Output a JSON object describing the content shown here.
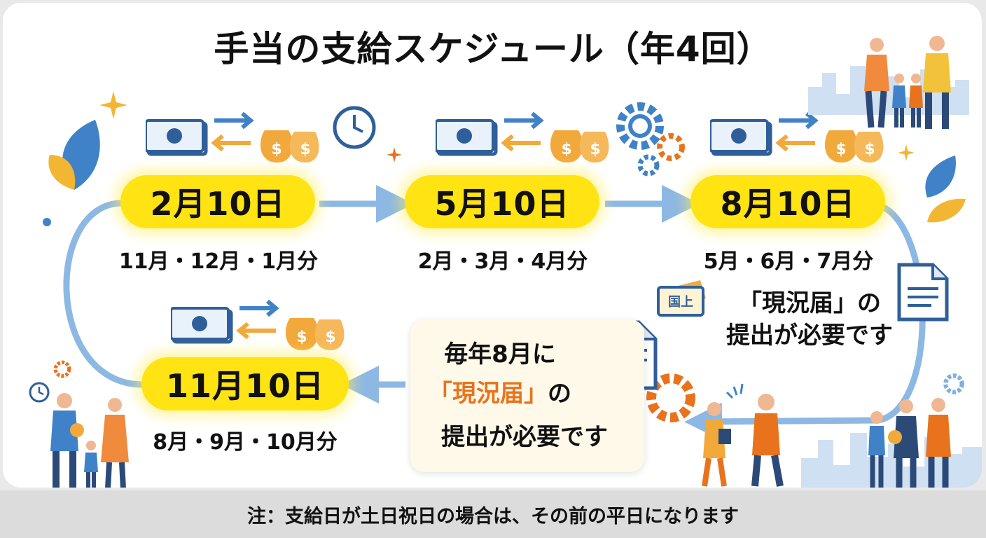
{
  "title": "手当の支給スケジュール（年4回）",
  "payments": [
    {
      "date": "2月10日",
      "months": "11月・12月・1月分"
    },
    {
      "date": "5月10日",
      "months": "2月・3月・4月分"
    },
    {
      "date": "8月10日",
      "months": "5月・6月・7月分"
    },
    {
      "date": "11月10日",
      "months": "8月・9月・10月分"
    }
  ],
  "right_note": {
    "badge": "国上",
    "line1": "「現況届」の",
    "line2": "提出が必要です"
  },
  "center_note": {
    "line1": "毎年8月に",
    "line2_highlight": "「現況届」",
    "line2_rest": "の",
    "line3": "提出が必要です"
  },
  "footer": "注：支給日が土日祝日の場合は、その前の平日になります",
  "colors": {
    "pill": "#ffe313",
    "arrow": "#8db8e3",
    "accent_orange": "#e8731c",
    "bill_blue": "#2f5f9a",
    "coin_gold": "#f2a93b"
  }
}
